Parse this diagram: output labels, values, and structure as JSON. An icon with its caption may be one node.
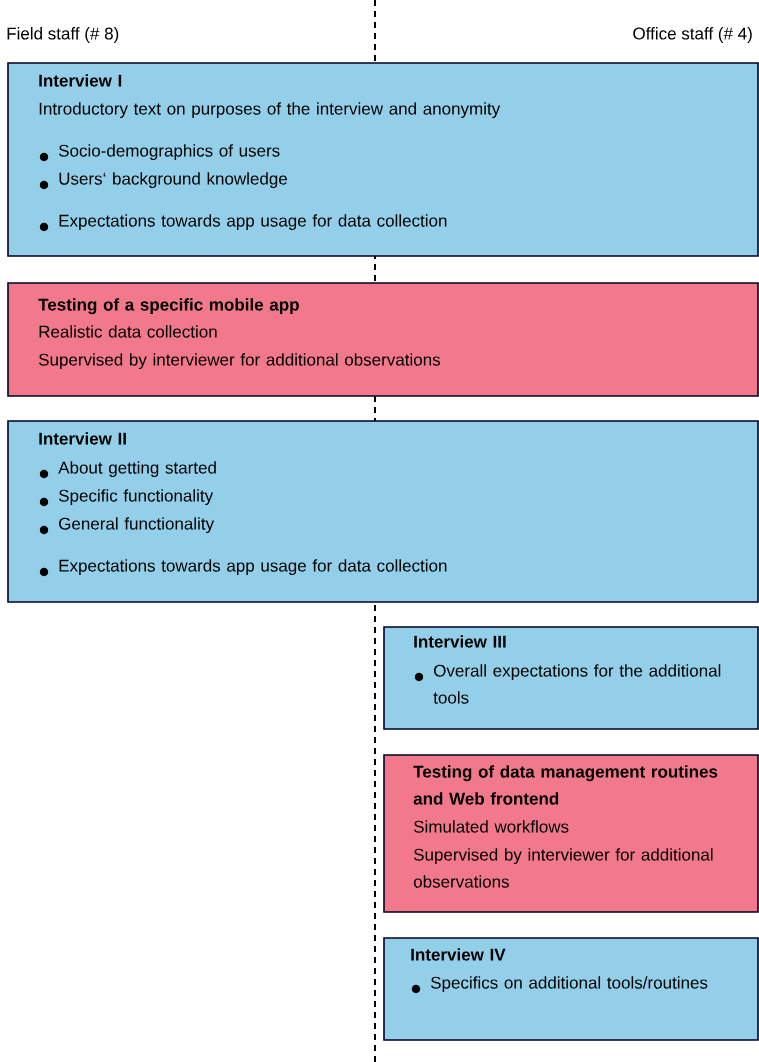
{
  "diagram": {
    "nodes": [
      {
        "text": [
          "Interview I",
          "Introductory text on purposes of the interview and anonymity",
          "Socio-demographics of users",
          "Users‘ background knowledge",
          "Expectations towards app usage for data collection"
        ]
      },
      {
        "text": [
          "Testing of a specific mobile app",
          "Realistic data collection",
          "Supervised by interviewer for additional observations"
        ]
      },
      {
        "text": [
          "Interview II",
          "About getting started",
          "Specific functionality",
          "General functionality",
          "Expectations towards app usage for data collection"
        ]
      },
      {
        "text": [
          "Interview III",
          "Overall expectations for the additional tools"
        ]
      },
      {
        "text": [
          "Testing of data management routines and Web frontend",
          "Simulated workflows",
          "Supervised by interviewer for additional observations"
        ]
      },
      {
        "text": [
          "Interview IV",
          "Specifics on additional tools/routines"
        ]
      }
    ],
    "labels": [
      "Field staff (# 8)",
      "Office staff (# 4)"
    ]
  }
}
